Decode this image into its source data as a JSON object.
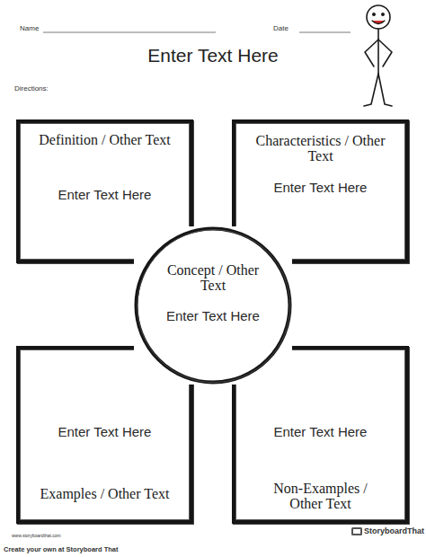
{
  "diagram": {
    "title": "Enter Text Here",
    "nodes": [
      {
        "text": [
          "Definition / Other Text",
          "Enter Text Here"
        ]
      },
      {
        "text": [
          "Characteristics / Other Text",
          "Enter Text Here"
        ]
      },
      {
        "text": [
          "Concept / Other Text",
          "Enter Text Here"
        ]
      },
      {
        "text": [
          "Enter Text Here",
          "Examples / Other Text"
        ]
      },
      {
        "text": [
          "Enter Text Here",
          "Non-Examples / Other Text"
        ]
      }
    ],
    "labels": [
      "Name",
      "Date",
      "Directions:",
      "www.storyboardthat.com",
      "StoryboardThat",
      "Create your own at Storyboard That"
    ]
  }
}
